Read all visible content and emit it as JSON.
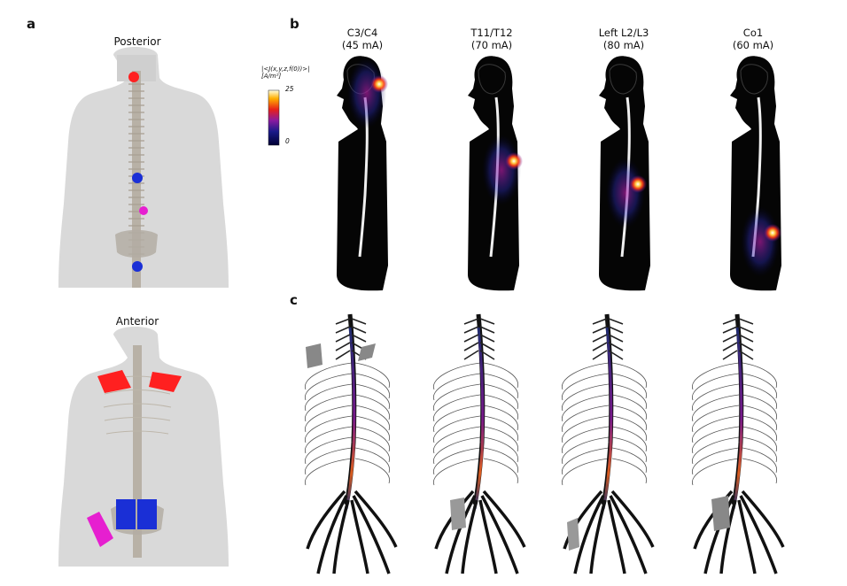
{
  "panels": {
    "a": {
      "letter": "a",
      "posterior_label": "Posterior",
      "anterior_label": "Anterior",
      "colors": {
        "body": "#d9d9d9",
        "spine": "#b8b1a6",
        "red": "#ff2020",
        "blue": "#1a2fd6",
        "magenta": "#e61fd0"
      }
    },
    "b": {
      "letter": "b",
      "colorbar": {
        "label_line1": "|<J(x,y,z,f(0))>|",
        "label_line2": "[A/m²]",
        "max": "25",
        "min": "0"
      },
      "columns": [
        {
          "line1": "C3/C4",
          "line2": "(45 mA)"
        },
        {
          "line1": "T11/T12",
          "line2": "(70 mA)"
        },
        {
          "line1": "Left L2/L3",
          "line2": "(80 mA)"
        },
        {
          "line1": "Co1",
          "line2": "(60 mA)"
        }
      ]
    },
    "c": {
      "letter": "c"
    }
  }
}
